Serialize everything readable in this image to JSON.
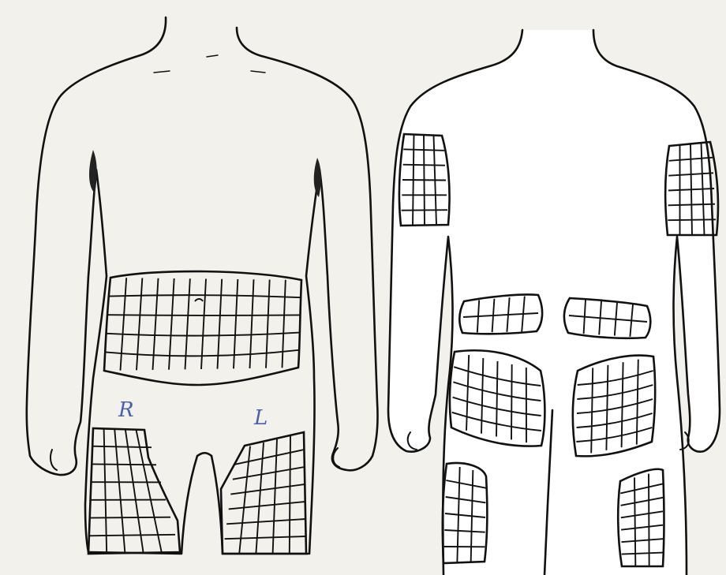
{
  "figure": {
    "front_view": {
      "labels": {
        "right_side": "R",
        "left_side": "L"
      },
      "grid_regions": [
        "abdomen",
        "right-thigh",
        "left-thigh"
      ]
    },
    "back_view": {
      "grid_regions": [
        "right-upper-arm",
        "left-upper-arm",
        "right-flank",
        "left-flank",
        "right-buttock",
        "left-buttock",
        "right-thigh",
        "left-thigh"
      ]
    },
    "colors": {
      "paper": "#f3f1ec",
      "ink": "#111111",
      "label_ink": "#4a5fae",
      "back_fill": "#ffffff"
    }
  }
}
